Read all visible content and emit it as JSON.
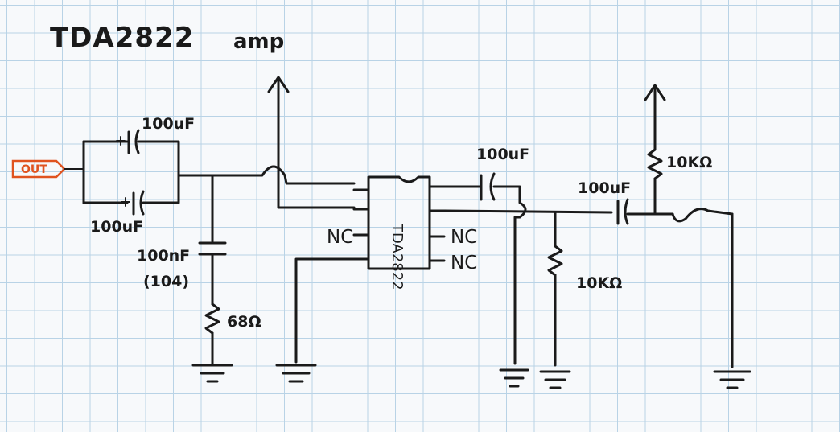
{
  "title": "TDA2822",
  "subtitle": "amp",
  "input_tag": "OUT",
  "ic_label": "TDA2822",
  "components": {
    "cap_in_top": "100uF",
    "cap_in_bottom": "100uF",
    "cap_zobel": "100nF",
    "cap_zobel_code": "(104)",
    "res_zobel": "68Ω",
    "cap_out1": "100uF",
    "cap_out2": "100uF",
    "res_load": "10KΩ",
    "res_pullup": "10KΩ"
  },
  "pins": {
    "nc_left": "NC",
    "nc_right_1": "NC",
    "nc_right_2": "NC"
  },
  "colors": {
    "ink": "#1a1a1a",
    "input_tag": "#e0531f",
    "grid": "#b9d3e6"
  }
}
